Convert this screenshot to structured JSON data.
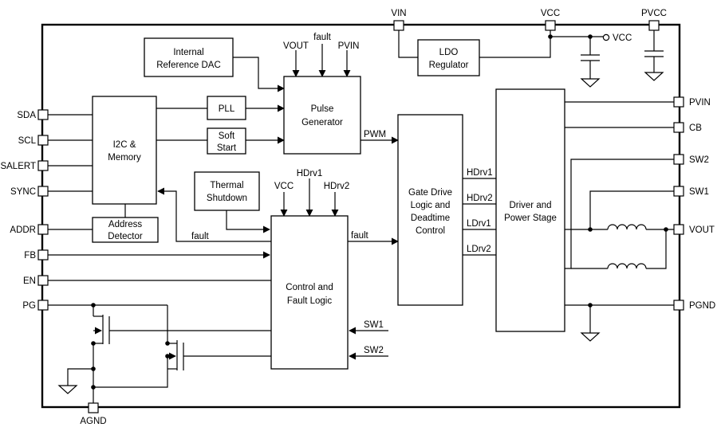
{
  "blocks": {
    "ref_dac": [
      "Internal",
      "Reference DAC"
    ],
    "pll": [
      "PLL"
    ],
    "soft_start": [
      "Soft",
      "Start"
    ],
    "i2c": [
      "I2C &",
      "Memory"
    ],
    "addr_det": [
      "Address",
      "Detector"
    ],
    "pulse_gen": [
      "Pulse",
      "Generator"
    ],
    "ldo": [
      "LDO",
      "Regulator"
    ],
    "thermal": [
      "Thermal",
      "Shutdown"
    ],
    "control": [
      "Control and",
      "Fault Logic"
    ],
    "gate_drive": [
      "Gate Drive",
      "Logic and",
      "Deadtime",
      "Control"
    ],
    "driver": [
      "Driver and",
      "Power Stage"
    ]
  },
  "pins": {
    "left": [
      "SDA",
      "SCL",
      "SALERT",
      "SYNC",
      "ADDR",
      "FB",
      "EN",
      "PG"
    ],
    "right": [
      "PVIN",
      "CB",
      "SW2",
      "SW1",
      "VOUT",
      "PGND"
    ],
    "top": [
      "VIN",
      "VCC",
      "PVCC"
    ],
    "bottom": [
      "AGND"
    ]
  },
  "signals": {
    "vout": "VOUT",
    "fault": "fault",
    "pvin": "PVIN",
    "pwm": "PWM",
    "vcc": "VCC",
    "hdrv1": "HDrv1",
    "hdrv2": "HDrv2",
    "ldrv1": "LDrv1",
    "ldrv2": "LDrv2",
    "sw1": "SW1",
    "sw2": "SW2",
    "vcc_out": "VCC"
  }
}
